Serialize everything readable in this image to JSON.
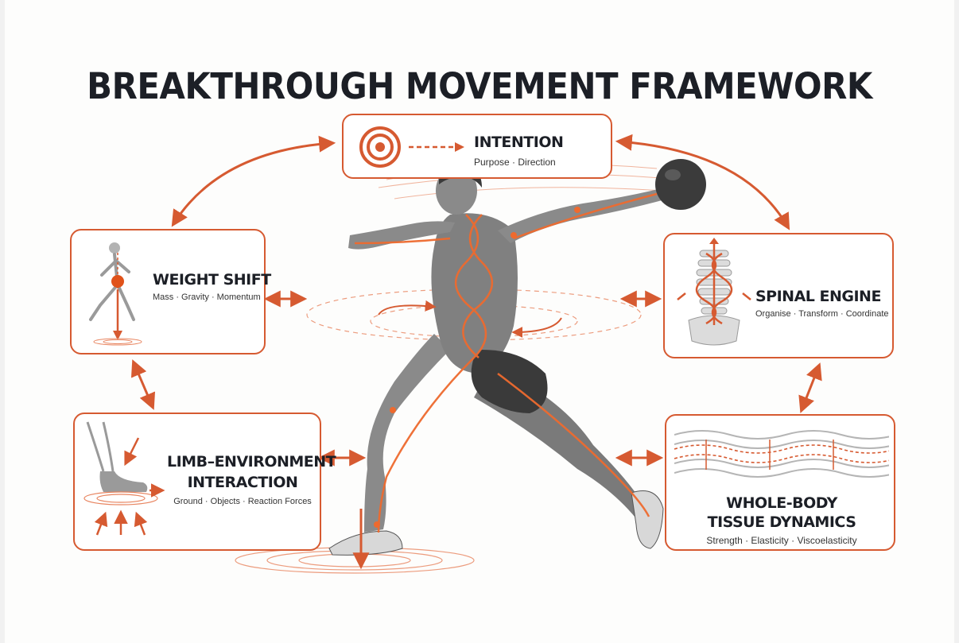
{
  "title": "BREAKTHROUGH MOVEMENT FRAMEWORK",
  "accent_color": "#d65a31",
  "nodes": {
    "intention": {
      "heading": "INTENTION",
      "subtitle": "Purpose · Direction",
      "icon": "target-icon"
    },
    "weight_shift": {
      "heading": "WEIGHT SHIFT",
      "subtitle": "Mass · Gravity · Momentum",
      "icon": "walking-figure-icon"
    },
    "spinal_engine": {
      "heading": "SPINAL ENGINE",
      "subtitle": "Organise · Transform · Coordinate",
      "icon": "spine-icon"
    },
    "limb_environment": {
      "heading_line1": "LIMB–ENVIRONMENT",
      "heading_line2": "INTERACTION",
      "subtitle": "Ground · Objects · Reaction Forces",
      "icon": "foot-ground-icon"
    },
    "tissue_dynamics": {
      "heading_line1": "WHOLE-BODY",
      "heading_line2": "TISSUE DYNAMICS",
      "subtitle": "Strength · Elasticity · Viscoelasticity",
      "icon": "tissue-waves-icon"
    }
  },
  "central_figure": "throwing-athlete-illustration"
}
